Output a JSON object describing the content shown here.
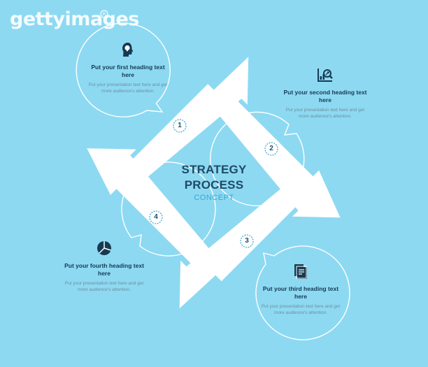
{
  "watermark": {
    "brand": "gettyimages"
  },
  "center": {
    "line1": "STRATEGY",
    "line2": "PROCESS",
    "line3": "CONCEPT"
  },
  "steps": [
    {
      "number": "1",
      "heading": "Put your first heading text here",
      "description": "Put your presentation text here and get more audience's attention.",
      "icon": "head-idea-icon"
    },
    {
      "number": "2",
      "heading": "Put your second heading text here",
      "description": "Put your presentation text here and get more audience's attention.",
      "icon": "chart-magnifier-icon"
    },
    {
      "number": "3",
      "heading": "Put your third heading text here",
      "description": "Put your presentation text here and get more audience's attention.",
      "icon": "documents-icon"
    },
    {
      "number": "4",
      "heading": "Put your fourth heading text here",
      "description": "Put your presentation text here and get more audience's attention.",
      "icon": "pie-chart-icon"
    }
  ],
  "colors": {
    "background": "#8dd9f2",
    "heading": "#163a52",
    "accent": "#3aa6cf",
    "arrow": "#ffffff"
  }
}
